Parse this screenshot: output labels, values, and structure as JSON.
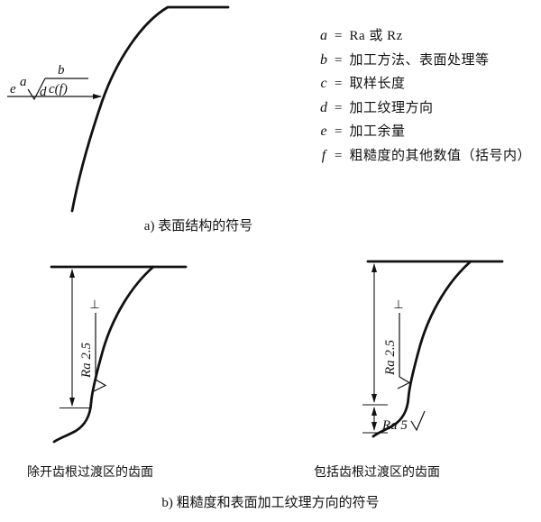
{
  "section_a": {
    "symbol": {
      "e": "e",
      "a": "a",
      "d": "d",
      "b": "b",
      "cf": "c(f)"
    },
    "equals": "=",
    "legend": [
      {
        "key": "a",
        "desc": "Ra 或 Rz"
      },
      {
        "key": "b",
        "desc": "加工方法、表面处理等"
      },
      {
        "key": "c",
        "desc": "取样长度"
      },
      {
        "key": "d",
        "desc": "加工纹理方向"
      },
      {
        "key": "e",
        "desc": "加工余量"
      },
      {
        "key": "f",
        "desc": "粗糙度的其他数值（括号内）"
      }
    ],
    "caption": "a) 表面结构的符号"
  },
  "section_b": {
    "left_figure": {
      "roughness": "Ra 2.5",
      "lay_symbol": "⊥",
      "caption": "除开齿根过渡区的齿面"
    },
    "right_figure": {
      "flank_roughness": "Ra 2.5",
      "root_roughness": "Ra 5",
      "lay_symbol": "⊥",
      "caption": "包括齿根过渡区的齿面"
    },
    "caption": "b) 粗糙度和表面加工纹理方向的符号"
  }
}
